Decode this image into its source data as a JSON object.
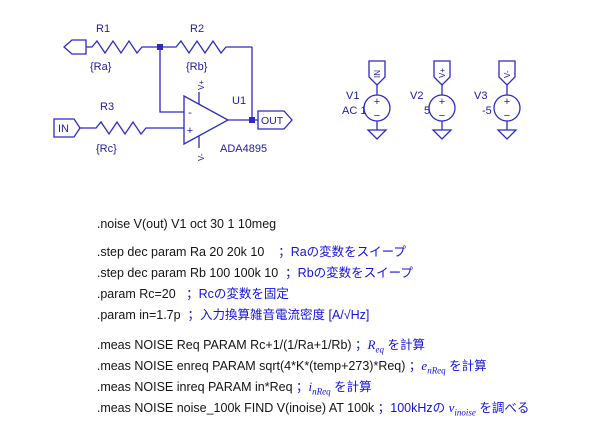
{
  "schematic": {
    "r1": {
      "ref": "R1",
      "val": "{Ra}"
    },
    "r2": {
      "ref": "R2",
      "val": "{Rb}"
    },
    "r3": {
      "ref": "R3",
      "val": "{Rc}"
    },
    "in_port": "IN",
    "out_port": "OUT",
    "opamp": {
      "ref": "U1",
      "part": "ADA4895",
      "vplus": "V+",
      "vminus": "V-",
      "in_minus": "-",
      "in_plus": "+"
    },
    "v1": {
      "ref": "V1",
      "val": "AC 1",
      "port": "IN"
    },
    "v2": {
      "ref": "V2",
      "val": "5",
      "port": "V+"
    },
    "v3": {
      "ref": "V3",
      "val": "-5",
      "port": "V-"
    },
    "source_plus": "+",
    "source_minus": "−"
  },
  "directives": [
    {
      "code": ".noise V(out) V1 oct 30 1 10meg",
      "c_pre": "",
      "c_var": "",
      "c_sub": "",
      "c_post": ""
    },
    {
      "code": ".step dec param Ra 20 20k 10",
      "c_pre": "    ；Raの変数をスイープ",
      "c_var": "",
      "c_sub": "",
      "c_post": ""
    },
    {
      "code": ".step dec param Rb 100 100k 10",
      "c_pre": "  ；Rbの変数をスイープ",
      "c_var": "",
      "c_sub": "",
      "c_post": ""
    },
    {
      "code": ".param Rc=20",
      "c_pre": "   ；Rcの変数を固定",
      "c_var": "",
      "c_sub": "",
      "c_post": ""
    },
    {
      "code": ".param in=1.7p",
      "c_pre": "  ；入力換算雑音電流密度 [A/√Hz]",
      "c_var": "",
      "c_sub": "",
      "c_post": ""
    },
    {
      "code": ".meas NOISE Req PARAM Rc+1/(1/Ra+1/Rb)",
      "c_pre": " ；",
      "c_var": "R",
      "c_sub": "eq",
      "c_post": " を計算"
    },
    {
      "code": ".meas NOISE enreq PARAM sqrt(4*K*(temp+273)*Req)",
      "c_pre": " ；",
      "c_var": "e",
      "c_sub": "nReq",
      "c_post": " を計算"
    },
    {
      "code": ".meas NOISE inreq PARAM in*Req",
      "c_pre": " ；",
      "c_var": "i",
      "c_sub": "nReq",
      "c_post": " を計算"
    },
    {
      "code": ".meas NOISE noise_100k FIND V(inoise) AT 100k",
      "c_pre": " ；100kHzの ",
      "c_var": "v",
      "c_sub": "inoise",
      "c_post": " を調べる"
    }
  ]
}
